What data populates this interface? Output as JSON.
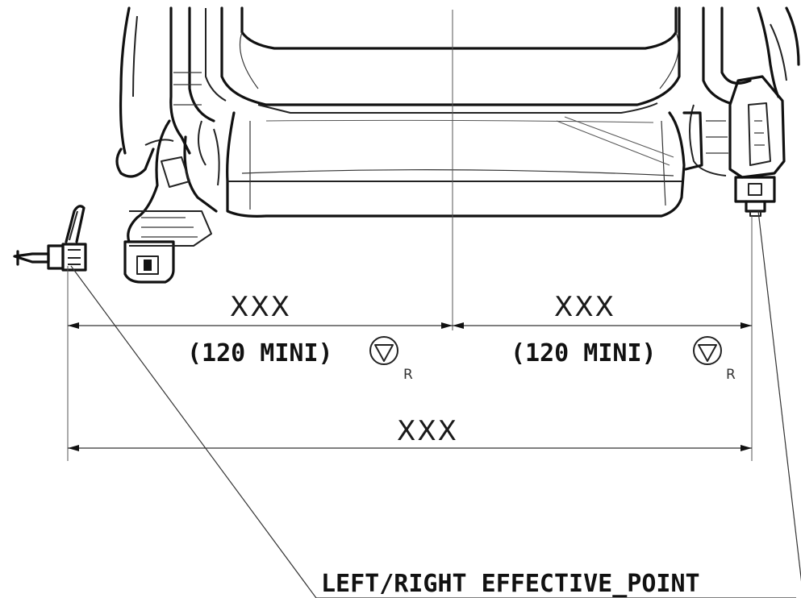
{
  "dimensions": {
    "left_value": "XXX",
    "left_spec": "(120 MINI)",
    "left_spec_suffix": "R",
    "right_value": "XXX",
    "right_spec": "(120 MINI)",
    "right_spec_suffix": "R",
    "total_value": "XXX"
  },
  "callout": {
    "label": "LEFT/RIGHT EFFECTIVE_POINT"
  },
  "symbols": {
    "spec_symbol_icon": "circle-with-inverted-triangle"
  }
}
